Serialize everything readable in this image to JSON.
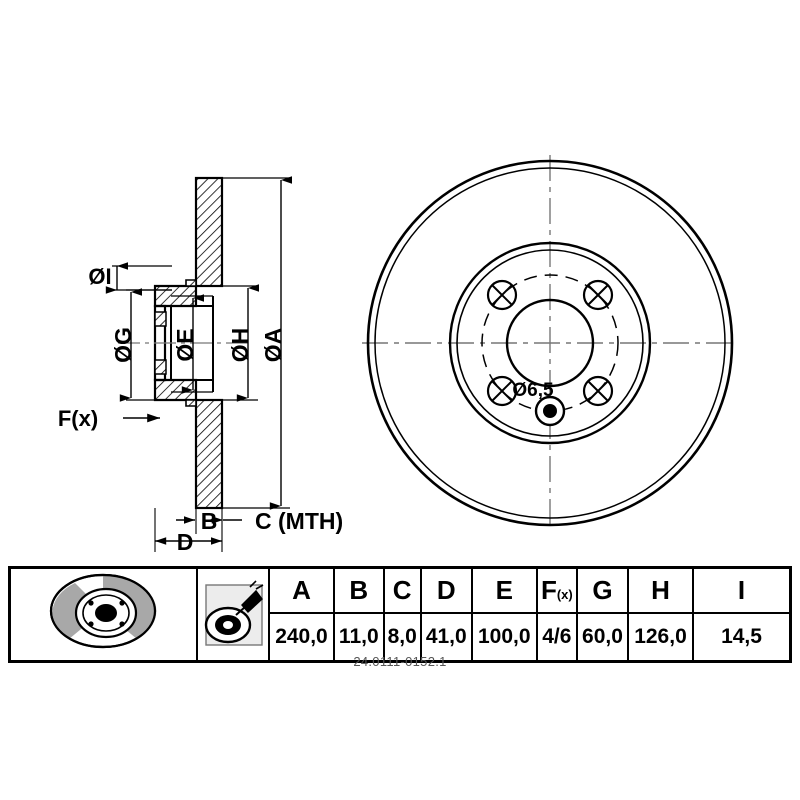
{
  "document": {
    "type": "technical-drawing",
    "subject": "brake-disc",
    "part_number": "24.0111-0152.1"
  },
  "section_view": {
    "name": "cross-section",
    "dimension_labels": [
      {
        "key": "I",
        "text": "ØI"
      },
      {
        "key": "G",
        "text": "ØG"
      },
      {
        "key": "E",
        "text": "ØE"
      },
      {
        "key": "H",
        "text": "ØH"
      },
      {
        "key": "A",
        "text": "ØA"
      },
      {
        "key": "F",
        "text": "F(x)"
      },
      {
        "key": "B",
        "text": "B"
      },
      {
        "key": "C",
        "text": "C (MTH)"
      },
      {
        "key": "D",
        "text": "D"
      }
    ]
  },
  "face_view": {
    "name": "front-face",
    "bolt_hole_count": 4,
    "callout": "Ø6,5"
  },
  "table": {
    "headers": [
      "A",
      "B",
      "C",
      "D",
      "E",
      "F",
      "G",
      "H",
      "I"
    ],
    "f_header_main": "F",
    "f_header_sub": "(x)",
    "values": [
      "240,0",
      "11,0",
      "8,0",
      "41,0",
      "100,0",
      "4/6",
      "60,0",
      "126,0",
      "14,5"
    ],
    "icons": {
      "disc": "brake-disc-icon",
      "coating": "coated-disc-icon"
    }
  },
  "colors": {
    "line": "#000000",
    "background": "#ffffff",
    "part_number_text": "#555555",
    "icon_gray": "#a8a8a8"
  }
}
